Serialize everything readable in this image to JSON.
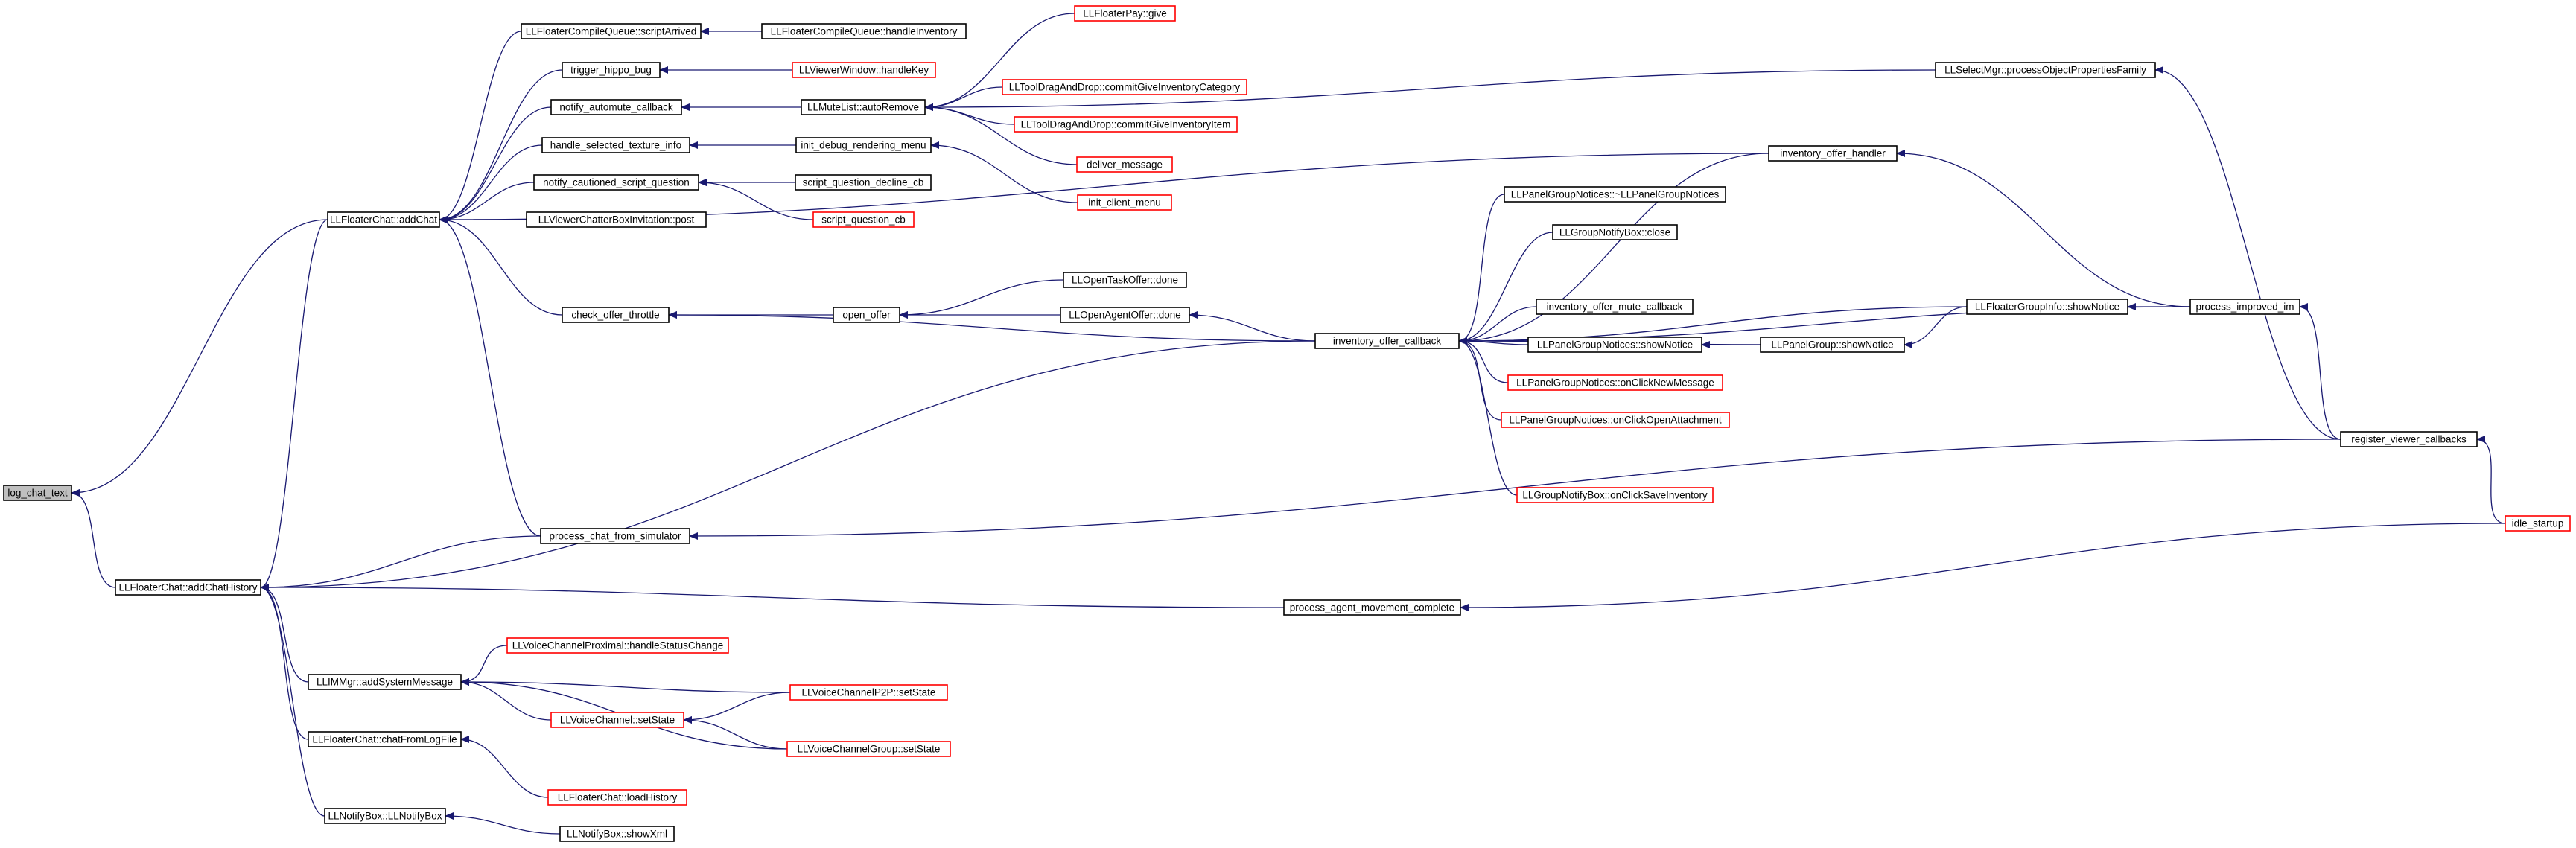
{
  "colors": {
    "edge": "#191970",
    "box_border": "#000000",
    "truncated_border": "#ff0000",
    "root_fill": "#bfbfbf",
    "node_fill": "#ffffff"
  },
  "nodes": [
    {
      "id": "log_chat_text",
      "label": "log_chat_text",
      "kind": "root"
    },
    {
      "id": "addChat",
      "label": "LLFloaterChat::addChat",
      "kind": "normal"
    },
    {
      "id": "addChatHistory",
      "label": "LLFloaterChat::addChatHistory",
      "kind": "normal"
    },
    {
      "id": "scriptArrived",
      "label": "LLFloaterCompileQueue::scriptArrived",
      "kind": "normal"
    },
    {
      "id": "handleInventory",
      "label": "LLFloaterCompileQueue::handleInventory",
      "kind": "normal"
    },
    {
      "id": "trigger_hippo_bug",
      "label": "trigger_hippo_bug",
      "kind": "normal"
    },
    {
      "id": "handleKey",
      "label": "LLViewerWindow::handleKey",
      "kind": "truncated"
    },
    {
      "id": "notify_automute_callback",
      "label": "notify_automute_callback",
      "kind": "normal"
    },
    {
      "id": "autoRemove",
      "label": "LLMuteList::autoRemove",
      "kind": "normal"
    },
    {
      "id": "give",
      "label": "LLFloaterPay::give",
      "kind": "truncated"
    },
    {
      "id": "commitGiveInventoryCategory",
      "label": "LLToolDragAndDrop::commitGiveInventoryCategory",
      "kind": "truncated"
    },
    {
      "id": "commitGiveInventoryItem",
      "label": "LLToolDragAndDrop::commitGiveInventoryItem",
      "kind": "truncated"
    },
    {
      "id": "deliver_message",
      "label": "deliver_message",
      "kind": "truncated"
    },
    {
      "id": "handle_selected_texture_info",
      "label": "handle_selected_texture_info",
      "kind": "normal"
    },
    {
      "id": "init_debug_rendering_menu",
      "label": "init_debug_rendering_menu",
      "kind": "normal"
    },
    {
      "id": "init_client_menu",
      "label": "init_client_menu",
      "kind": "truncated"
    },
    {
      "id": "notify_cautioned_script_question",
      "label": "notify_cautioned_script_question",
      "kind": "normal"
    },
    {
      "id": "script_question_decline_cb",
      "label": "script_question_decline_cb",
      "kind": "normal"
    },
    {
      "id": "script_question_cb",
      "label": "script_question_cb",
      "kind": "truncated"
    },
    {
      "id": "ChatterBoxInvitation_post",
      "label": "LLViewerChatterBoxInvitation::post",
      "kind": "normal"
    },
    {
      "id": "processObjectPropertiesFamily",
      "label": "LLSelectMgr::processObjectPropertiesFamily",
      "kind": "normal"
    },
    {
      "id": "inventory_offer_handler",
      "label": "inventory_offer_handler",
      "kind": "normal"
    },
    {
      "id": "LLPanelGroupNotices_dtor",
      "label": "LLPanelGroupNotices::~LLPanelGroupNotices",
      "kind": "normal"
    },
    {
      "id": "LLGroupNotifyBox_close",
      "label": "LLGroupNotifyBox::close",
      "kind": "normal"
    },
    {
      "id": "check_offer_throttle",
      "label": "check_offer_throttle",
      "kind": "normal"
    },
    {
      "id": "open_offer",
      "label": "open_offer",
      "kind": "normal"
    },
    {
      "id": "LLOpenTaskOffer_done",
      "label": "LLOpenTaskOffer::done",
      "kind": "normal"
    },
    {
      "id": "LLOpenAgentOffer_done",
      "label": "LLOpenAgentOffer::done",
      "kind": "normal"
    },
    {
      "id": "inventory_offer_callback",
      "label": "inventory_offer_callback",
      "kind": "normal"
    },
    {
      "id": "inventory_offer_mute_callback",
      "label": "inventory_offer_mute_callback",
      "kind": "normal"
    },
    {
      "id": "LLPanelGroupNotices_showNotice",
      "label": "LLPanelGroupNotices::showNotice",
      "kind": "normal"
    },
    {
      "id": "LLPanelGroup_showNotice",
      "label": "LLPanelGroup::showNotice",
      "kind": "normal"
    },
    {
      "id": "LLFloaterGroupInfo_showNotice",
      "label": "LLFloaterGroupInfo::showNotice",
      "kind": "normal"
    },
    {
      "id": "process_improved_im",
      "label": "process_improved_im",
      "kind": "normal"
    },
    {
      "id": "onClickNewMessage",
      "label": "LLPanelGroupNotices::onClickNewMessage",
      "kind": "truncated"
    },
    {
      "id": "onClickOpenAttachment",
      "label": "LLPanelGroupNotices::onClickOpenAttachment",
      "kind": "truncated"
    },
    {
      "id": "onClickSaveInventory",
      "label": "LLGroupNotifyBox::onClickSaveInventory",
      "kind": "truncated"
    },
    {
      "id": "register_viewer_callbacks",
      "label": "register_viewer_callbacks",
      "kind": "normal"
    },
    {
      "id": "idle_startup",
      "label": "idle_startup",
      "kind": "truncated"
    },
    {
      "id": "process_chat_from_simulator",
      "label": "process_chat_from_simulator",
      "kind": "normal"
    },
    {
      "id": "process_agent_movement_complete",
      "label": "process_agent_movement_complete",
      "kind": "normal"
    },
    {
      "id": "addSystemMessage",
      "label": "LLIMMgr::addSystemMessage",
      "kind": "normal"
    },
    {
      "id": "VoiceProximal_handleStatusChange",
      "label": "LLVoiceChannelProximal::handleStatusChange",
      "kind": "truncated"
    },
    {
      "id": "VoiceChannel_setState",
      "label": "LLVoiceChannel::setState",
      "kind": "truncated"
    },
    {
      "id": "VoiceP2P_setState",
      "label": "LLVoiceChannelP2P::setState",
      "kind": "truncated"
    },
    {
      "id": "VoiceGroup_setState",
      "label": "LLVoiceChannelGroup::setState",
      "kind": "truncated"
    },
    {
      "id": "chatFromLogFile",
      "label": "LLFloaterChat::chatFromLogFile",
      "kind": "normal"
    },
    {
      "id": "loadHistory",
      "label": "LLFloaterChat::loadHistory",
      "kind": "truncated"
    },
    {
      "id": "LLNotifyBox_ctor",
      "label": "LLNotifyBox::LLNotifyBox",
      "kind": "normal"
    },
    {
      "id": "LLNotifyBox_showXml",
      "label": "LLNotifyBox::showXml",
      "kind": "normal"
    }
  ],
  "edges": [
    [
      "addChat",
      "log_chat_text"
    ],
    [
      "addChatHistory",
      "log_chat_text"
    ],
    [
      "scriptArrived",
      "addChat"
    ],
    [
      "handleInventory",
      "scriptArrived"
    ],
    [
      "trigger_hippo_bug",
      "addChat"
    ],
    [
      "handleKey",
      "trigger_hippo_bug"
    ],
    [
      "notify_automute_callback",
      "addChat"
    ],
    [
      "autoRemove",
      "notify_automute_callback"
    ],
    [
      "give",
      "autoRemove"
    ],
    [
      "processObjectPropertiesFamily",
      "autoRemove"
    ],
    [
      "commitGiveInventoryCategory",
      "autoRemove"
    ],
    [
      "commitGiveInventoryItem",
      "autoRemove"
    ],
    [
      "deliver_message",
      "autoRemove"
    ],
    [
      "handle_selected_texture_info",
      "addChat"
    ],
    [
      "init_debug_rendering_menu",
      "handle_selected_texture_info"
    ],
    [
      "init_client_menu",
      "init_debug_rendering_menu"
    ],
    [
      "notify_cautioned_script_question",
      "addChat"
    ],
    [
      "script_question_decline_cb",
      "notify_cautioned_script_question"
    ],
    [
      "script_question_cb",
      "notify_cautioned_script_question"
    ],
    [
      "ChatterBoxInvitation_post",
      "addChat"
    ],
    [
      "inventory_offer_handler",
      "addChat"
    ],
    [
      "check_offer_throttle",
      "addChat"
    ],
    [
      "open_offer",
      "check_offer_throttle"
    ],
    [
      "inventory_offer_callback",
      "check_offer_throttle"
    ],
    [
      "LLOpenTaskOffer_done",
      "open_offer"
    ],
    [
      "LLOpenAgentOffer_done",
      "open_offer"
    ],
    [
      "inventory_offer_callback",
      "LLOpenAgentOffer_done"
    ],
    [
      "process_chat_from_simulator",
      "addChat"
    ],
    [
      "inventory_offer_handler",
      "inventory_offer_callback"
    ],
    [
      "LLPanelGroupNotices_dtor",
      "inventory_offer_callback"
    ],
    [
      "LLGroupNotifyBox_close",
      "inventory_offer_callback"
    ],
    [
      "inventory_offer_mute_callback",
      "inventory_offer_callback"
    ],
    [
      "LLFloaterGroupInfo_showNotice",
      "inventory_offer_callback"
    ],
    [
      "LLPanelGroupNotices_showNotice",
      "inventory_offer_callback"
    ],
    [
      "onClickNewMessage",
      "inventory_offer_callback"
    ],
    [
      "onClickOpenAttachment",
      "inventory_offer_callback"
    ],
    [
      "LLPanelGroup_showNotice",
      "inventory_offer_callback"
    ],
    [
      "onClickSaveInventory",
      "inventory_offer_callback"
    ],
    [
      "process_improved_im",
      "inventory_offer_callback"
    ],
    [
      "LLPanelGroup_showNotice",
      "LLPanelGroupNotices_showNotice"
    ],
    [
      "LLFloaterGroupInfo_showNotice",
      "LLPanelGroup_showNotice"
    ],
    [
      "process_improved_im",
      "LLFloaterGroupInfo_showNotice"
    ],
    [
      "process_improved_im",
      "inventory_offer_handler"
    ],
    [
      "register_viewer_callbacks",
      "processObjectPropertiesFamily"
    ],
    [
      "register_viewer_callbacks",
      "process_improved_im"
    ],
    [
      "idle_startup",
      "register_viewer_callbacks"
    ],
    [
      "register_viewer_callbacks",
      "process_chat_from_simulator"
    ],
    [
      "process_chat_from_simulator",
      "addChatHistory"
    ],
    [
      "inventory_offer_callback",
      "addChatHistory"
    ],
    [
      "addChat",
      "addChatHistory"
    ],
    [
      "process_agent_movement_complete",
      "addChatHistory"
    ],
    [
      "idle_startup",
      "process_agent_movement_complete"
    ],
    [
      "addSystemMessage",
      "addChatHistory"
    ],
    [
      "VoiceProximal_handleStatusChange",
      "addSystemMessage"
    ],
    [
      "VoiceChannel_setState",
      "addSystemMessage"
    ],
    [
      "VoiceP2P_setState",
      "addSystemMessage"
    ],
    [
      "VoiceGroup_setState",
      "addSystemMessage"
    ],
    [
      "VoiceP2P_setState",
      "VoiceChannel_setState"
    ],
    [
      "VoiceGroup_setState",
      "VoiceChannel_setState"
    ],
    [
      "chatFromLogFile",
      "addChatHistory"
    ],
    [
      "loadHistory",
      "chatFromLogFile"
    ],
    [
      "LLNotifyBox_ctor",
      "addChatHistory"
    ],
    [
      "LLNotifyBox_showXml",
      "LLNotifyBox_ctor"
    ]
  ]
}
